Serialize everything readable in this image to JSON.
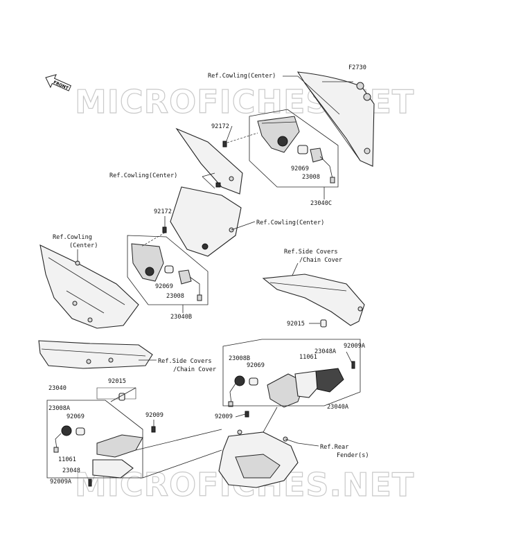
{
  "figure_code": "F2730",
  "front_arrow": "FRONT",
  "watermark": "MICROFICHES.NET",
  "labels": {
    "ref_cowling_center": "Ref.Cowling(Center)",
    "ref_cowling_center_top": "Ref.Cowling(Center)",
    "ref_cowling_center_right": "Ref.Cowling(Center)",
    "ref_cowling_line1": "Ref.Cowling",
    "ref_cowling_line2": "(Center)",
    "ref_side_covers_line1": "Ref.Side Covers",
    "ref_side_covers_line2": "/Chain Cover",
    "ref_side_covers_left_line1": "Ref.Side Covers",
    "ref_side_covers_left_line2": "/Chain Cover",
    "ref_rear_fender_line1": "Ref.Rear",
    "ref_rear_fender_line2": "Fender(s)"
  },
  "parts": {
    "p92172_top": "92172",
    "p92069_top": "92069",
    "p23008_top": "23008",
    "p23040C": "23040C",
    "p92172_mid": "92172",
    "p92069_mid": "92069",
    "p23008_mid": "23008",
    "p23040B": "23040B",
    "p92015_right": "92015",
    "p23008B": "23008B",
    "p11061_right": "11061",
    "p23048A": "23048A",
    "p92009A_right": "92009A",
    "p92069_right": "92069",
    "p23040A": "23040A",
    "p92009_right": "92009",
    "p23040": "23040",
    "p92015_left": "92015",
    "p23008A": "23008A",
    "p92069_left": "92069",
    "p92009_left": "92009",
    "p11061_left": "11061",
    "p23048": "23048",
    "p92009A_left": "92009A"
  }
}
